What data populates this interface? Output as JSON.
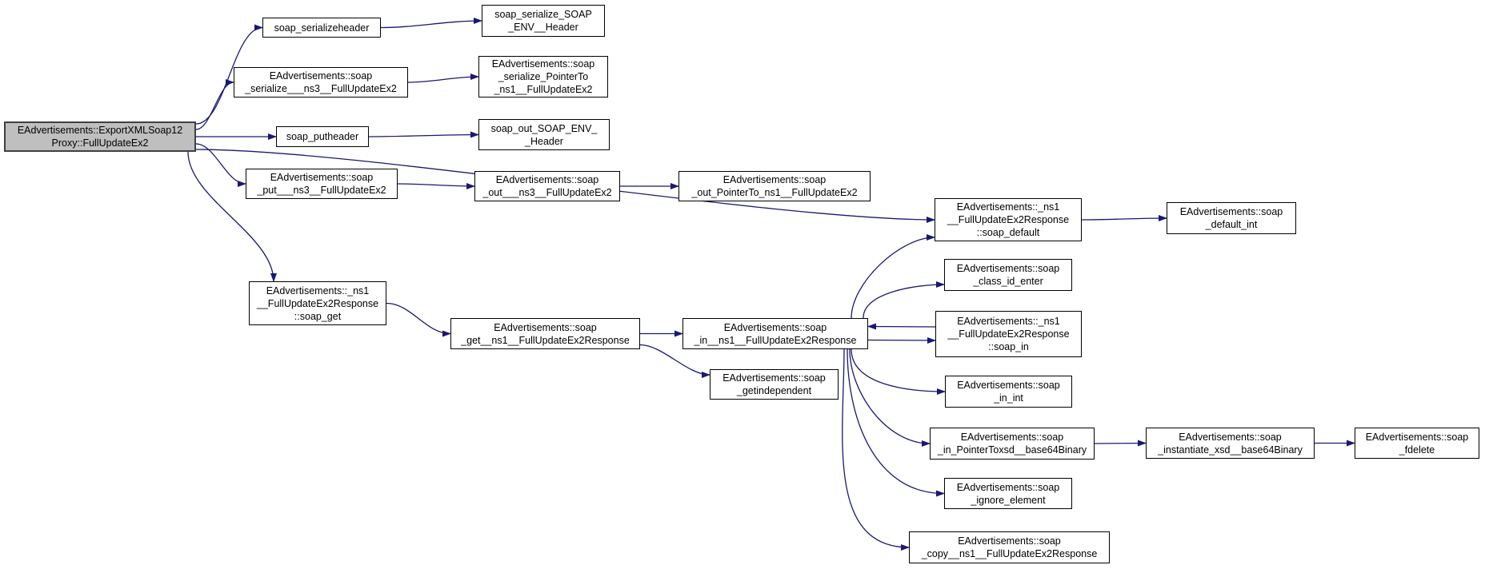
{
  "diagram": {
    "type": "call-graph",
    "colors": {
      "edge": "#191970",
      "node_border": "#000000",
      "node_fill": "#ffffff",
      "root_fill": "#bfbfbf",
      "root_border": "#404040",
      "background": "#ffffff"
    },
    "nodes": [
      {
        "id": "root",
        "role": "root",
        "label": "EAdvertisements::ExportXMLSoap12\nProxy::FullUpdateEx2"
      },
      {
        "id": "serializeheader",
        "role": "function",
        "label": "soap_serializeheader"
      },
      {
        "id": "serialize_soap_env",
        "role": "function",
        "label": "soap_serialize_SOAP\n_ENV__Header"
      },
      {
        "id": "serialize_ns3",
        "role": "function",
        "label": "EAdvertisements::soap\n_serialize___ns3__FullUpdateEx2"
      },
      {
        "id": "serialize_ptr_ns1",
        "role": "function",
        "label": "EAdvertisements::soap\n_serialize_PointerTo\n_ns1__FullUpdateEx2"
      },
      {
        "id": "putheader",
        "role": "function",
        "label": "soap_putheader"
      },
      {
        "id": "out_soap_env",
        "role": "function",
        "label": "soap_out_SOAP_ENV_\n_Header"
      },
      {
        "id": "put_ns3",
        "role": "function",
        "label": "EAdvertisements::soap\n_put___ns3__FullUpdateEx2"
      },
      {
        "id": "out_ns3",
        "role": "function",
        "label": "EAdvertisements::soap\n_out___ns3__FullUpdateEx2"
      },
      {
        "id": "out_ptr_ns1",
        "role": "function",
        "label": "EAdvertisements::soap\n_out_PointerTo_ns1__FullUpdateEx2"
      },
      {
        "id": "resp_default",
        "role": "function",
        "label": "EAdvertisements::_ns1\n__FullUpdateEx2Response\n::soap_default"
      },
      {
        "id": "default_int",
        "role": "function",
        "label": "EAdvertisements::soap\n_default_int"
      },
      {
        "id": "resp_get",
        "role": "function",
        "label": "EAdvertisements::_ns1\n__FullUpdateEx2Response\n::soap_get"
      },
      {
        "id": "get_ns1",
        "role": "function",
        "label": "EAdvertisements::soap\n_get__ns1__FullUpdateEx2Response"
      },
      {
        "id": "in_ns1",
        "role": "function",
        "label": "EAdvertisements::soap\n_in__ns1__FullUpdateEx2Response"
      },
      {
        "id": "getindependent",
        "role": "function",
        "label": "EAdvertisements::soap\n_getindependent"
      },
      {
        "id": "class_id_enter",
        "role": "function",
        "label": "EAdvertisements::soap\n_class_id_enter"
      },
      {
        "id": "resp_soap_in",
        "role": "function",
        "label": "EAdvertisements::_ns1\n__FullUpdateEx2Response\n::soap_in"
      },
      {
        "id": "in_int",
        "role": "function",
        "label": "EAdvertisements::soap\n_in_int"
      },
      {
        "id": "in_ptr_b64",
        "role": "function",
        "label": "EAdvertisements::soap\n_in_PointerToxsd__base64Binary"
      },
      {
        "id": "ignore_element",
        "role": "function",
        "label": "EAdvertisements::soap\n_ignore_element"
      },
      {
        "id": "copy_ns1",
        "role": "function",
        "label": "EAdvertisements::soap\n_copy__ns1__FullUpdateEx2Response"
      },
      {
        "id": "instantiate_b64",
        "role": "function",
        "label": "EAdvertisements::soap\n_instantiate_xsd__base64Binary"
      },
      {
        "id": "fdelete",
        "role": "function",
        "label": "EAdvertisements::soap\n_fdelete"
      }
    ],
    "edges": [
      {
        "from": "root",
        "to": "serializeheader"
      },
      {
        "from": "root",
        "to": "serialize_ns3"
      },
      {
        "from": "root",
        "to": "putheader"
      },
      {
        "from": "root",
        "to": "put_ns3"
      },
      {
        "from": "root",
        "to": "resp_default"
      },
      {
        "from": "root",
        "to": "resp_get"
      },
      {
        "from": "serializeheader",
        "to": "serialize_soap_env"
      },
      {
        "from": "serialize_ns3",
        "to": "serialize_ptr_ns1"
      },
      {
        "from": "putheader",
        "to": "out_soap_env"
      },
      {
        "from": "put_ns3",
        "to": "out_ns3"
      },
      {
        "from": "out_ns3",
        "to": "out_ptr_ns1"
      },
      {
        "from": "resp_default",
        "to": "default_int"
      },
      {
        "from": "resp_get",
        "to": "get_ns1"
      },
      {
        "from": "get_ns1",
        "to": "in_ns1"
      },
      {
        "from": "get_ns1",
        "to": "getindependent"
      },
      {
        "from": "in_ns1",
        "to": "resp_default"
      },
      {
        "from": "in_ns1",
        "to": "class_id_enter"
      },
      {
        "from": "resp_soap_in",
        "to": "in_ns1"
      },
      {
        "from": "in_ns1",
        "to": "resp_soap_in"
      },
      {
        "from": "in_ns1",
        "to": "in_int"
      },
      {
        "from": "in_ns1",
        "to": "in_ptr_b64"
      },
      {
        "from": "in_ns1",
        "to": "ignore_element"
      },
      {
        "from": "in_ns1",
        "to": "copy_ns1"
      },
      {
        "from": "in_ptr_b64",
        "to": "instantiate_b64"
      },
      {
        "from": "instantiate_b64",
        "to": "fdelete"
      }
    ]
  }
}
